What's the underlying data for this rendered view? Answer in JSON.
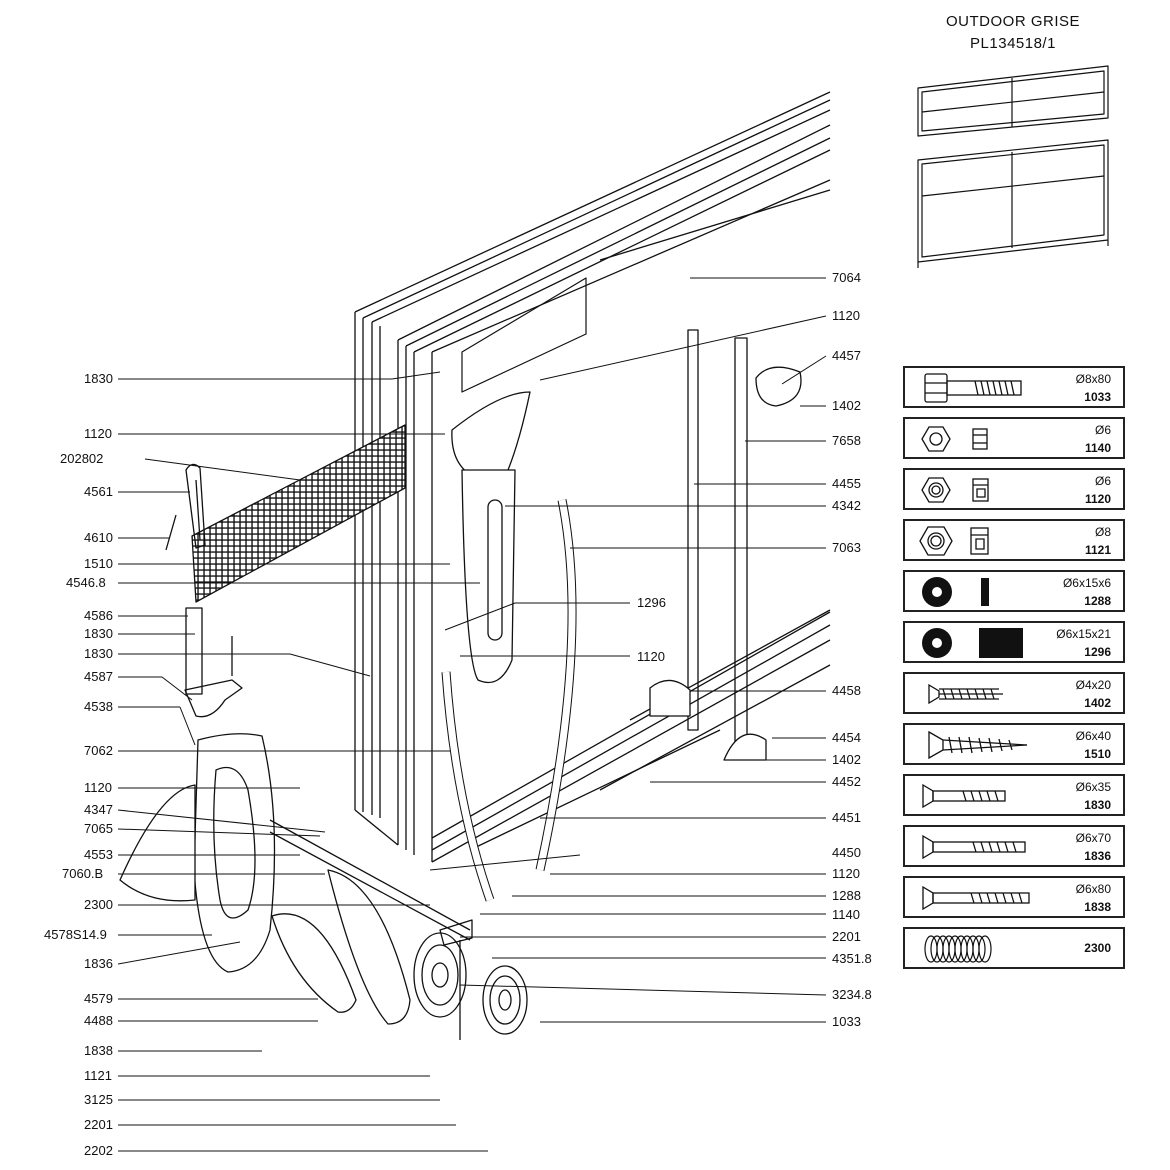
{
  "header": {
    "line1": "OUTDOOR  GRISE",
    "line2": "PL134518/1"
  },
  "left_labels": [
    "1830",
    "1120",
    "202802",
    "4561",
    "4610",
    "1510",
    "4546.8",
    "4586",
    "1830",
    "1830",
    "4587",
    "4538",
    "7062",
    "1120",
    "4347",
    "7065",
    "4553",
    "7060.B",
    "2300",
    "4578S14.9",
    "1836",
    "4579",
    "4488",
    "1838",
    "1121",
    "3125",
    "2201",
    "2202"
  ],
  "right_labels": [
    "7064",
    "1120",
    "4457",
    "1402",
    "7658",
    "4455",
    "4342",
    "7063",
    "1296",
    "1120",
    "4458",
    "4454",
    "1402",
    "4452",
    "4451",
    "4450",
    "1120",
    "1288",
    "1140",
    "2201",
    "4351.8",
    "3234.8",
    "1033"
  ],
  "hardware": [
    {
      "size": "Ø8x80",
      "code": "1033",
      "icon": "hex-bolt-icon"
    },
    {
      "size": "Ø6",
      "code": "1140",
      "icon": "hex-nut-icon"
    },
    {
      "size": "Ø6",
      "code": "1120",
      "icon": "lock-nut-icon"
    },
    {
      "size": "Ø8",
      "code": "1121",
      "icon": "lock-nut-icon"
    },
    {
      "size": "Ø6x15x6",
      "code": "1288",
      "icon": "washer-icon"
    },
    {
      "size": "Ø6x15x21",
      "code": "1296",
      "icon": "spacer-icon"
    },
    {
      "size": "Ø4x20",
      "code": "1402",
      "icon": "wood-screw-icon"
    },
    {
      "size": "Ø6x40",
      "code": "1510",
      "icon": "wood-screw-icon"
    },
    {
      "size": "Ø6x35",
      "code": "1830",
      "icon": "countersunk-bolt-icon"
    },
    {
      "size": "Ø6x70",
      "code": "1836",
      "icon": "countersunk-bolt-icon"
    },
    {
      "size": "Ø6x80",
      "code": "1838",
      "icon": "countersunk-bolt-icon"
    },
    {
      "size": "",
      "code": "2300",
      "icon": "spring-icon"
    }
  ]
}
